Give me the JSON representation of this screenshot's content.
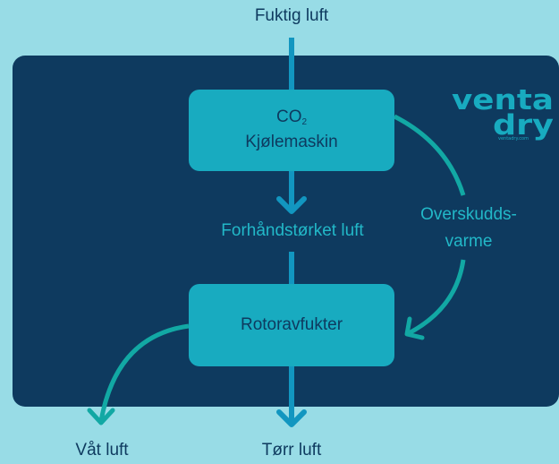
{
  "top_label": "Fuktig luft",
  "box1": {
    "formula_main": "CO",
    "formula_sub": "2",
    "line2": "Kjølemaskin"
  },
  "mid_label": "Forhåndstørket luft",
  "side_label": {
    "line1": "Overskudds-",
    "line2": "varme"
  },
  "box2": {
    "label": "Rotoravfukter"
  },
  "bottom_left_label": "Våt luft",
  "bottom_center_label": "Tørr luft",
  "logo": {
    "top": "venta",
    "bottom": "dry",
    "url": "ventadry.com"
  },
  "colors": {
    "background": "#98dce6",
    "panel": "#0e3a5f",
    "box": "#18abc0",
    "arrow": "#1296c0",
    "curve": "#12a8a4"
  }
}
